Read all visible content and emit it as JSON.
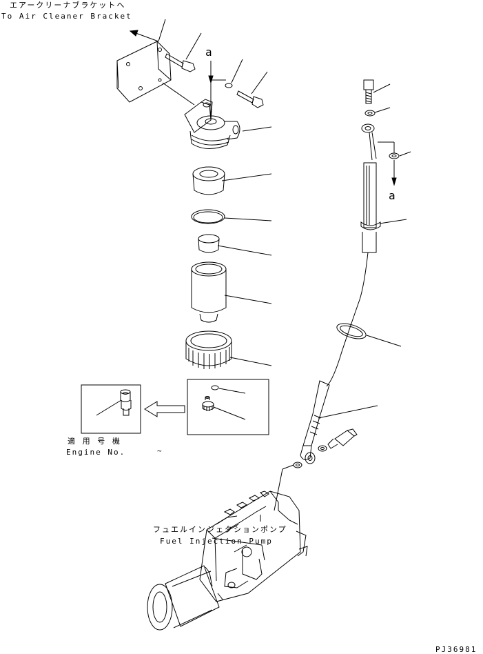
{
  "labels": {
    "air_cleaner_jp": "エアークリーナブラケットへ",
    "air_cleaner_en": "To Air Cleaner Bracket",
    "ref_a_top": "a",
    "ref_a_right": "a",
    "applicable_jp": "適 用 号 機",
    "engine_no": "Engine No.",
    "engine_no_range": "~",
    "pump_jp": "フュエルインジェクションポンプ",
    "pump_en": "Fuel Injection Pump",
    "drawing_no": "PJ36981"
  }
}
